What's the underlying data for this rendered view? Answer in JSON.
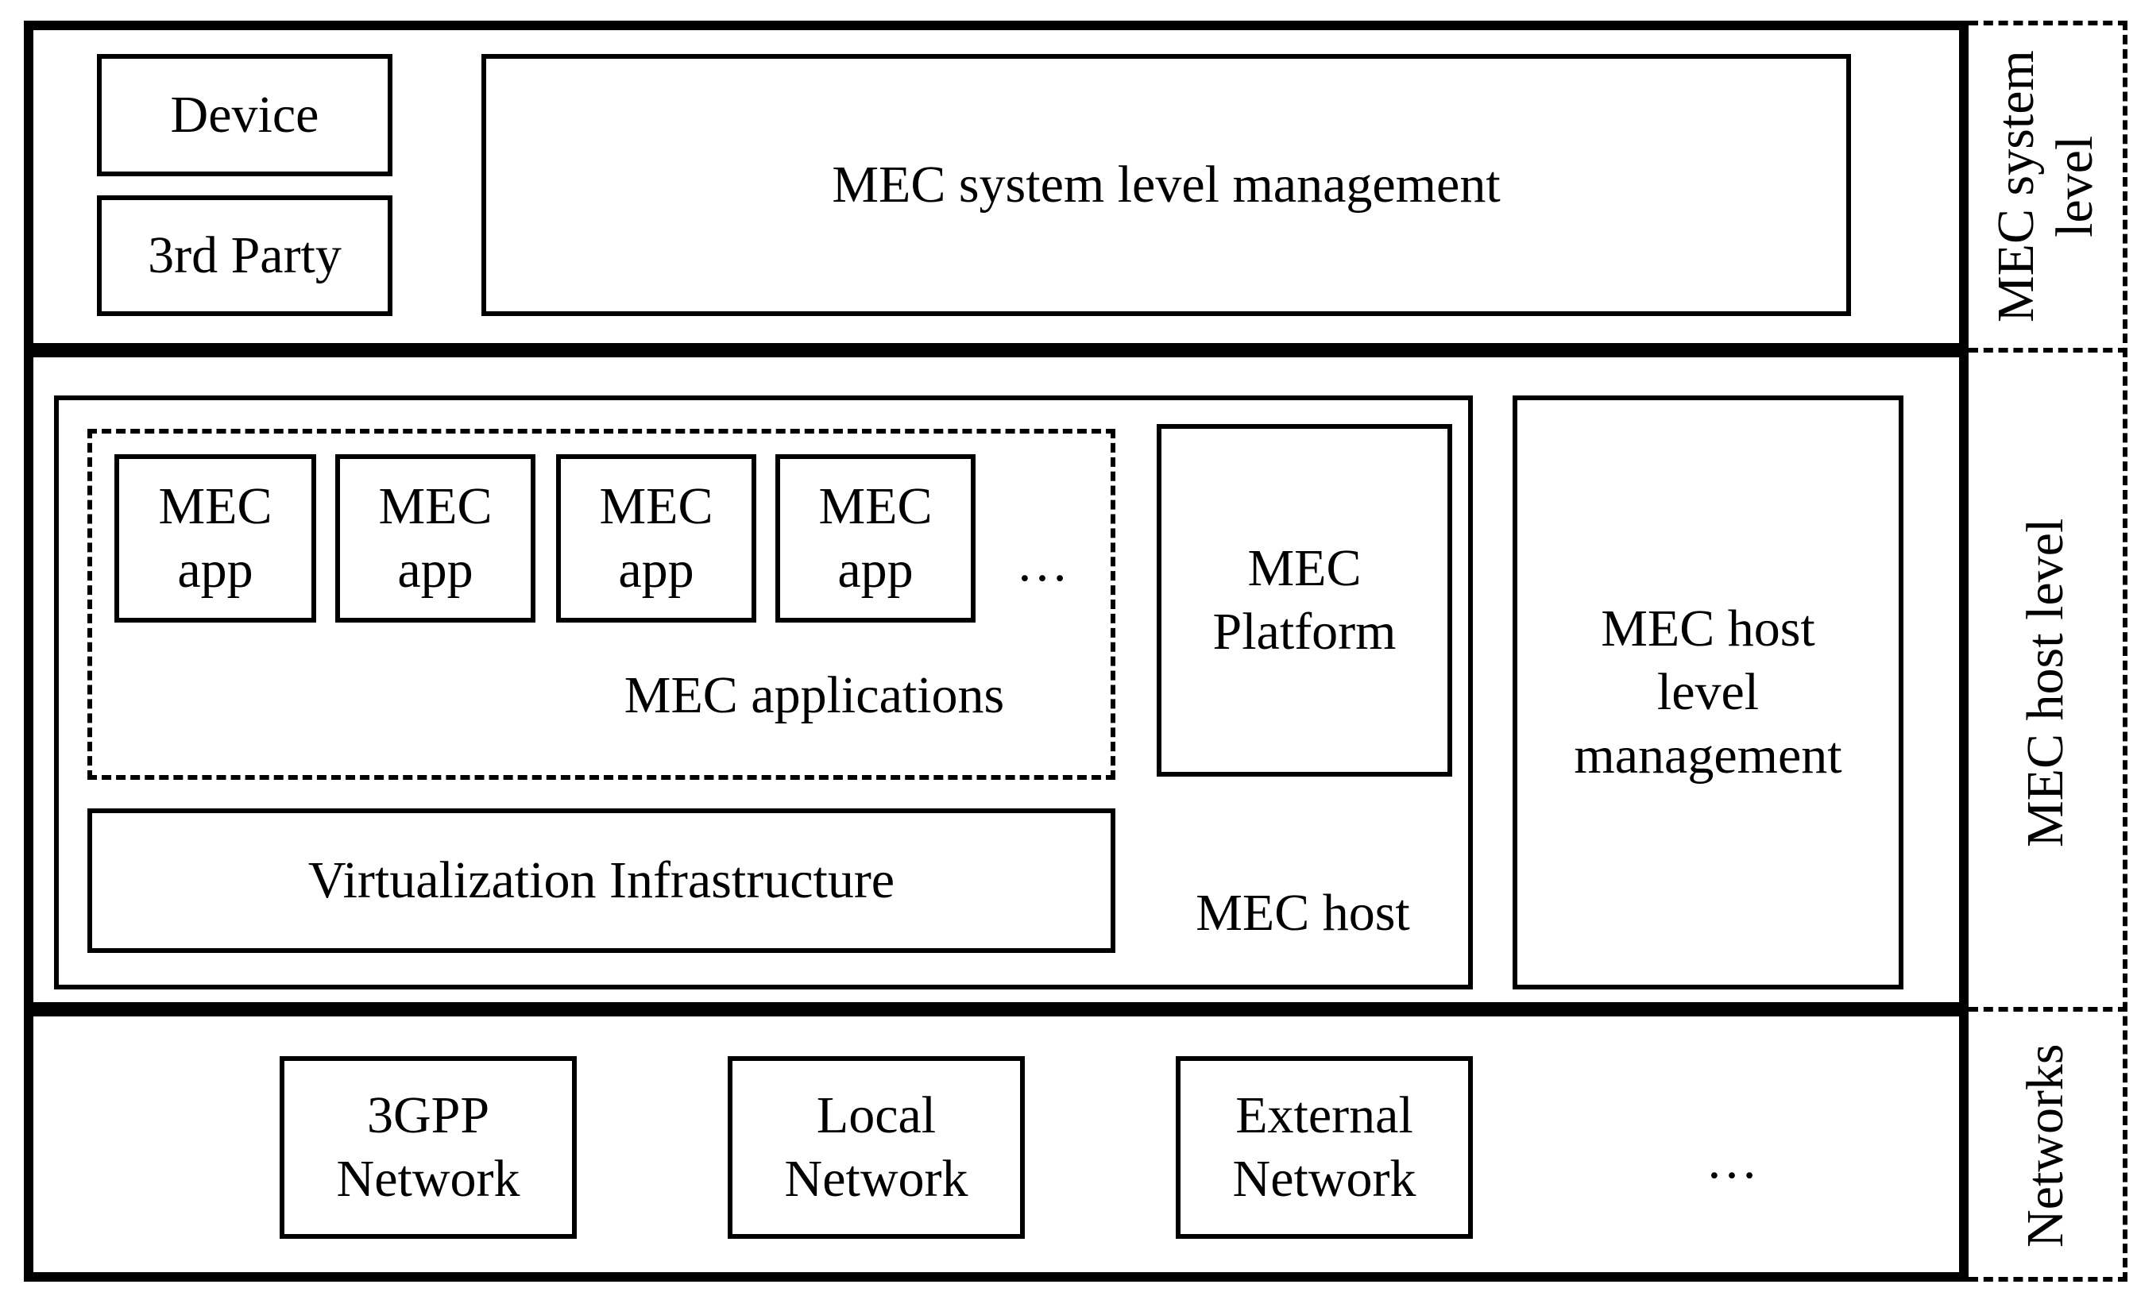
{
  "system_level": {
    "device": "Device",
    "third_party": "3rd Party",
    "management": "MEC system level management",
    "side_label": "MEC system\nlevel"
  },
  "host_level": {
    "apps": [
      {
        "label": "MEC\napp"
      },
      {
        "label": "MEC\napp"
      },
      {
        "label": "MEC\napp"
      },
      {
        "label": "MEC\napp"
      }
    ],
    "apps_ellipsis": "…",
    "applications_label": "MEC applications",
    "platform": "MEC\nPlatform",
    "virtualization": "Virtualization Infrastructure",
    "host_label": "MEC host",
    "host_management": "MEC host\nlevel\nmanagement",
    "side_label": "MEC host level"
  },
  "networks": {
    "items": [
      {
        "label": "3GPP\nNetwork"
      },
      {
        "label": "Local\nNetwork"
      },
      {
        "label": "External\nNetwork"
      }
    ],
    "ellipsis": "…",
    "side_label": "Networks"
  }
}
